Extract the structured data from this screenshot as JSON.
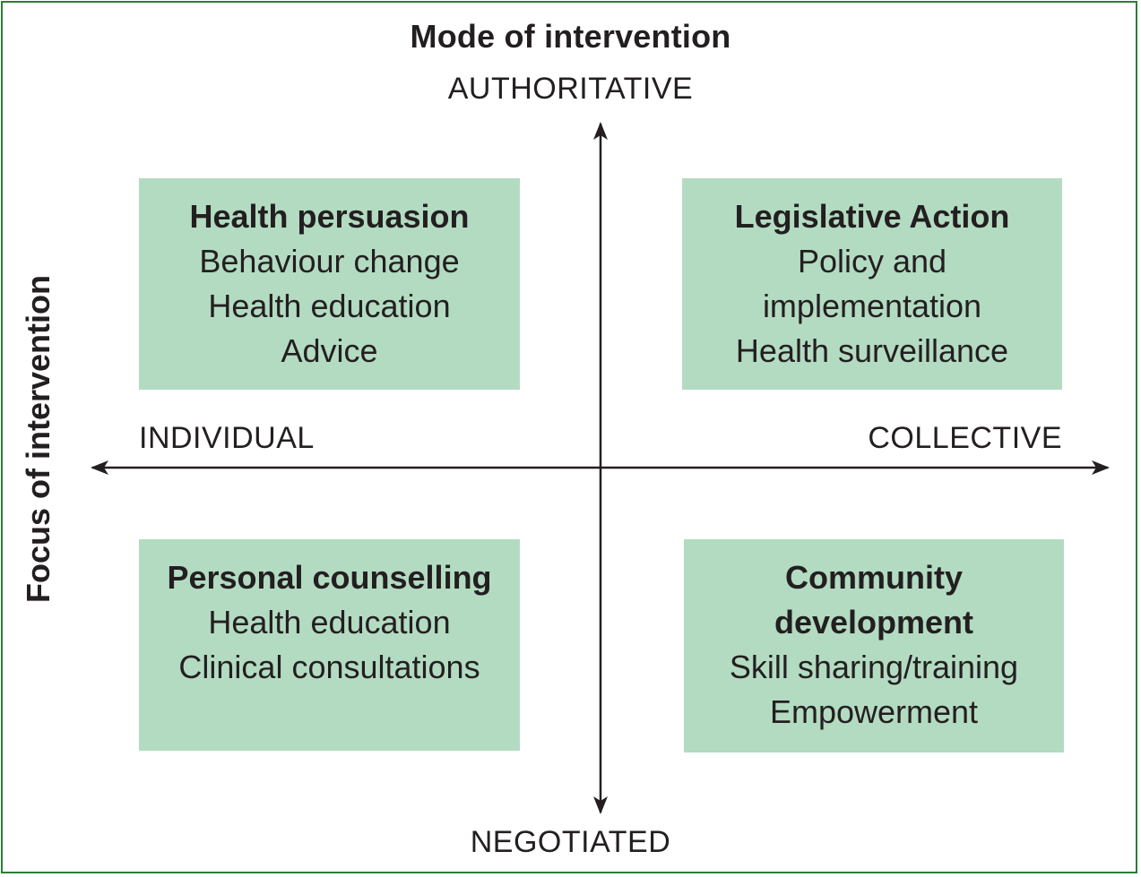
{
  "diagram": {
    "title_top": "Mode of intervention",
    "title_left": "Focus of intervention",
    "axis_labels": {
      "top": "AUTHORITATIVE",
      "bottom": "NEGOTIATED",
      "left": "INDIVIDUAL",
      "right": "COLLECTIVE"
    },
    "colors": {
      "box_fill": "#b3dbc2",
      "frame": "#2e7d3a",
      "text": "#231f20"
    },
    "quadrants": {
      "top_left": {
        "title": "Health persuasion",
        "lines": [
          "Behaviour change",
          "Health education",
          "Advice"
        ]
      },
      "top_right": {
        "title": "Legislative Action",
        "lines": [
          "Policy and",
          "implementation",
          "Health surveillance"
        ]
      },
      "bottom_left": {
        "title": "Personal counselling",
        "lines": [
          "Health education",
          "Clinical consultations"
        ]
      },
      "bottom_right": {
        "title_lines": [
          "Community",
          "development"
        ],
        "lines": [
          "Skill sharing/training",
          "Empowerment"
        ]
      }
    }
  }
}
